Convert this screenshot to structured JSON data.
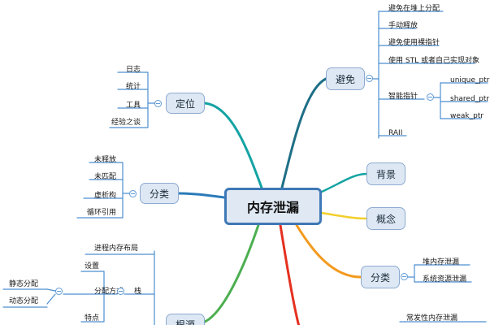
{
  "root": {
    "label": "内存泄漏"
  },
  "avoid": {
    "label": "避免",
    "items": [
      "避免在堆上分配",
      "手动释放",
      "避免使用裸指针",
      "使用 STL 或者自己实现对象",
      "智能指针",
      "RAII"
    ],
    "smart_ptr": [
      "unique_ptr",
      "shared_ptr",
      "weak_ptr"
    ]
  },
  "locate": {
    "label": "定位",
    "items": [
      "日志",
      "统计",
      "工具",
      "经验之谈"
    ]
  },
  "category_left": {
    "label": "分类",
    "items": [
      "未释放",
      "未匹配",
      "虚析构",
      "循环引用"
    ]
  },
  "background": {
    "label": "背景"
  },
  "concept": {
    "label": "概念"
  },
  "category_right": {
    "label": "分类",
    "items": [
      "堆内存泄漏",
      "系统资源泄漏"
    ]
  },
  "root_cause": {
    "label": "根源",
    "items": [
      "进程内存布局",
      "设置",
      "分配方式",
      "栈",
      "静态分配",
      "动态分配",
      "特点"
    ]
  },
  "bottom_right": {
    "items": [
      "常发性内存泄漏"
    ]
  },
  "colors": {
    "teal": "#14a3a3",
    "blue": "#2a7ab8",
    "green": "#4caf50",
    "yellow": "#f2cf2a",
    "orange": "#f39a1e",
    "red": "#e53020",
    "dark_teal": "#1e6f86",
    "leaf_line": "#4d8fd0"
  }
}
